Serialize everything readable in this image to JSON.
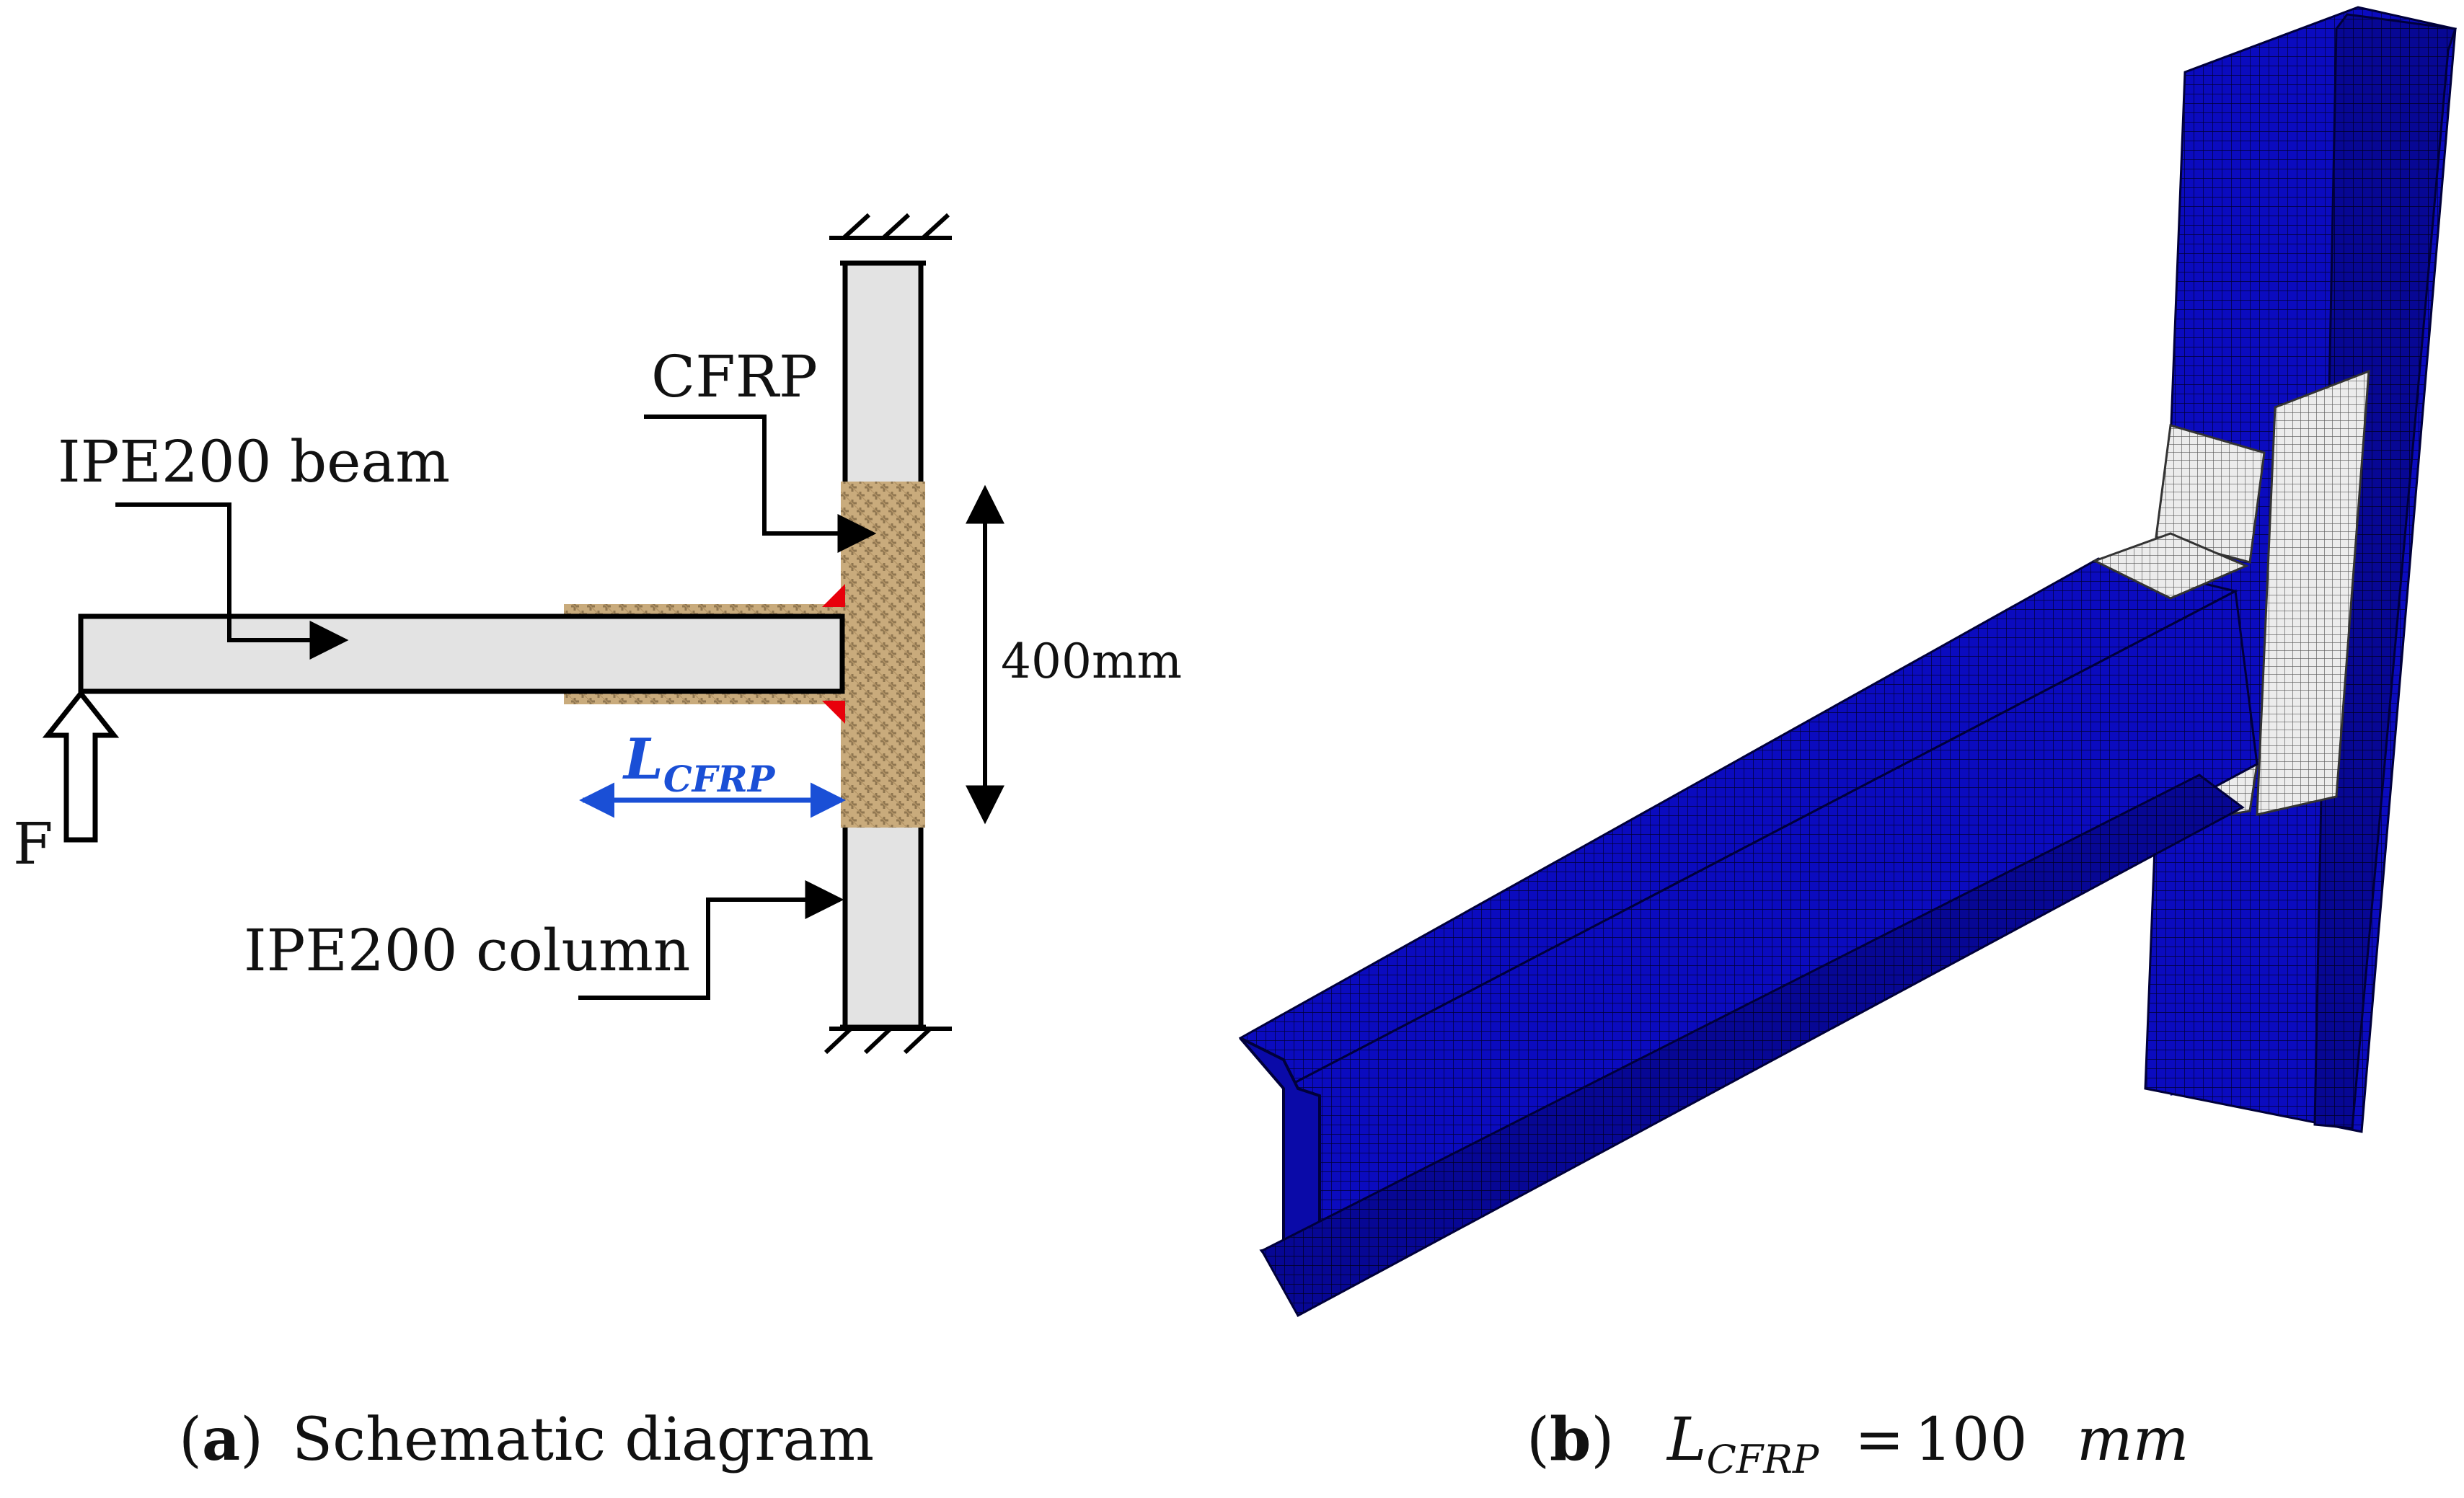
{
  "schematic": {
    "labels": {
      "cfrp": "CFRP",
      "beam": "IPE200 beam",
      "column": "IPE200 column",
      "force": "F",
      "dimension": "400mm",
      "lcfrp_main": "L",
      "lcfrp_sub": "CFRP"
    },
    "colors": {
      "steel_fill": "#e3e3e3",
      "cfrp_fill": "#c7a97a",
      "cfrp_weave": "#8f7650",
      "weld": "#e8000b",
      "lcfrp_arrow": "#1a4fd6"
    }
  },
  "fe_model": {
    "colors": {
      "mesh_fill": "#0b0bbf",
      "mesh_line": "#000033",
      "cfrp_mesh_fill": "#ebebeb",
      "cfrp_mesh_line": "#555555"
    }
  },
  "captions": {
    "a_label": "a",
    "a_text": "Schematic diagram",
    "b_label": "b",
    "b_math_main": "L",
    "b_math_sub": "CFRP",
    "b_equals": "=",
    "b_value": "100",
    "b_unit": "mm"
  }
}
